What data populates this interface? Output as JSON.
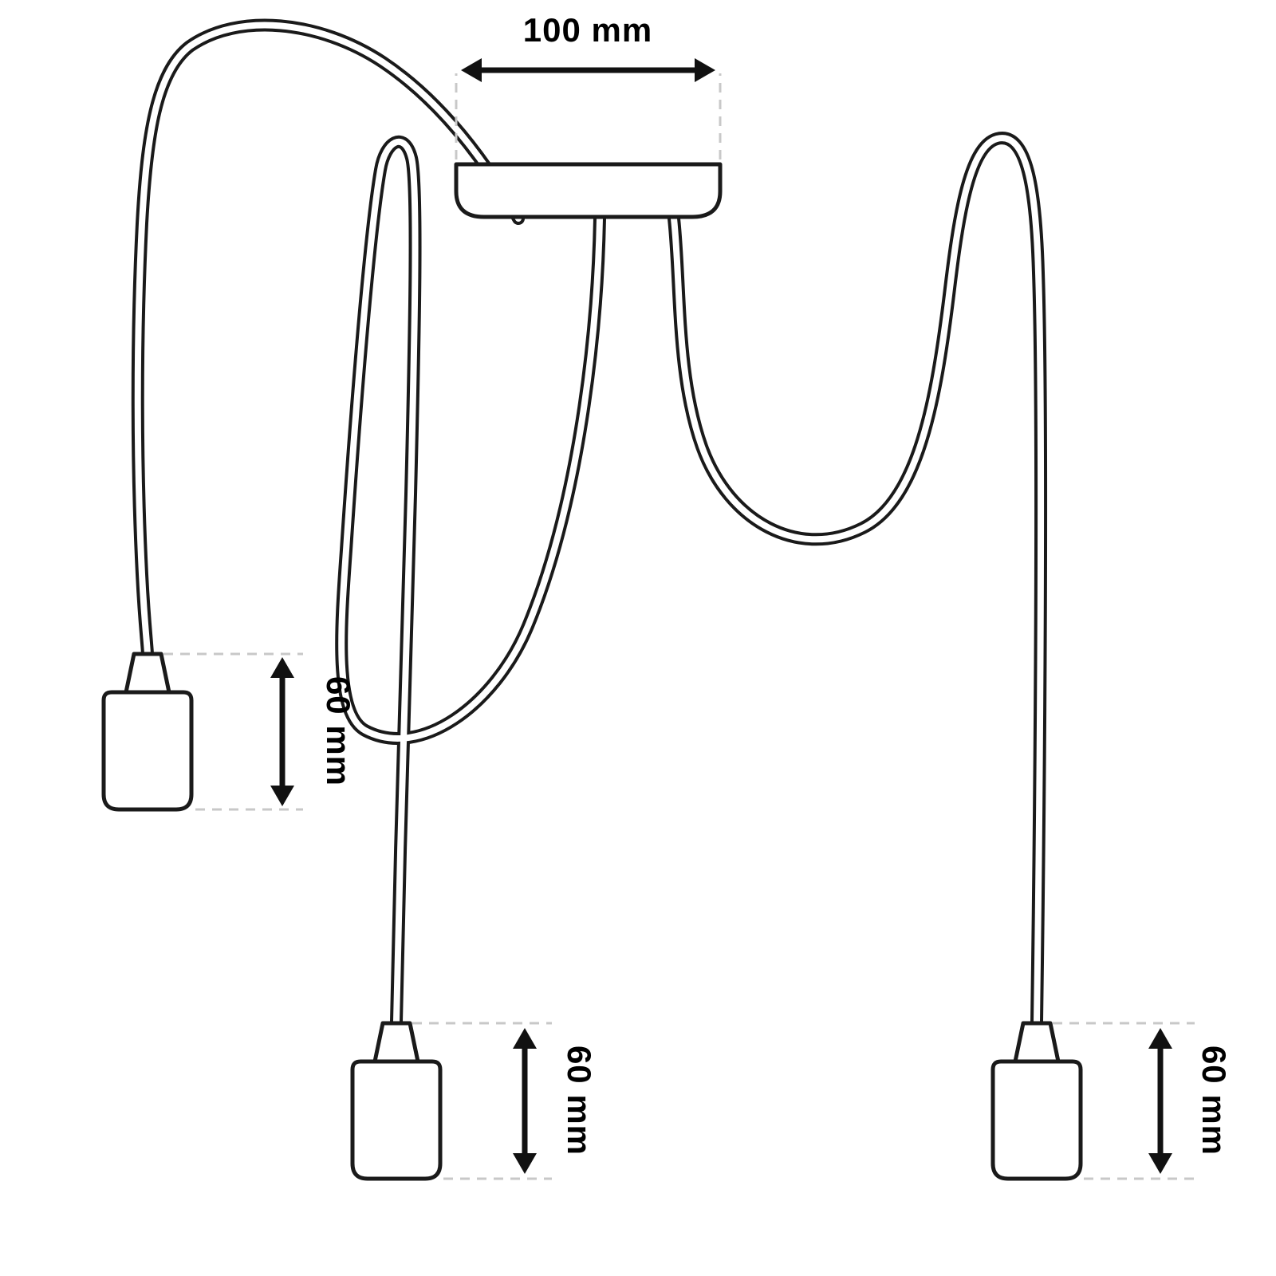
{
  "diagram": {
    "type": "technical-drawing",
    "subject": "spider-pendant-lamp-3-cords-dimension-diagram",
    "labels": {
      "canopy_width": "100 mm",
      "socket_left_height": "60 mm",
      "socket_middle_height": "60 mm",
      "socket_right_height": "60 mm"
    },
    "colors": {
      "line": "#1a1a1a",
      "dashed_guide": "#c8c8c8",
      "dimension": "#111111",
      "background": "#ffffff"
    }
  }
}
